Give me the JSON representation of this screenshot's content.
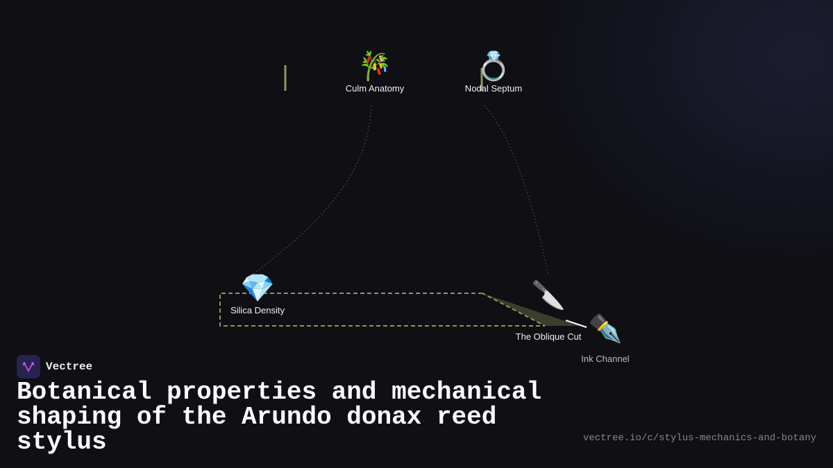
{
  "diagram": {
    "nodes": [
      {
        "id": "culm",
        "label": "Culm Anatomy",
        "icon": "bamboo-icon",
        "emoji": "🎋"
      },
      {
        "id": "septum",
        "label": "Nodal Septum",
        "icon": "ring-icon",
        "emoji": "💍"
      },
      {
        "id": "silica",
        "label": "Silica Density",
        "icon": "gem-icon",
        "emoji": "💎"
      },
      {
        "id": "cut",
        "label": "The Oblique Cut",
        "icon": "knife-icon",
        "emoji": "🔪"
      },
      {
        "id": "ink",
        "label": "Ink Channel",
        "icon": "fountain-pen-icon",
        "emoji": "✒️"
      }
    ],
    "accent": "#8a9a5b"
  },
  "brand": {
    "name": "Vectree",
    "logo_color": "#27224f"
  },
  "title": "Botanical properties and mechanical shaping of the Arundo donax reed stylus",
  "url": "vectree.io/c/stylus-mechanics-and-botany"
}
